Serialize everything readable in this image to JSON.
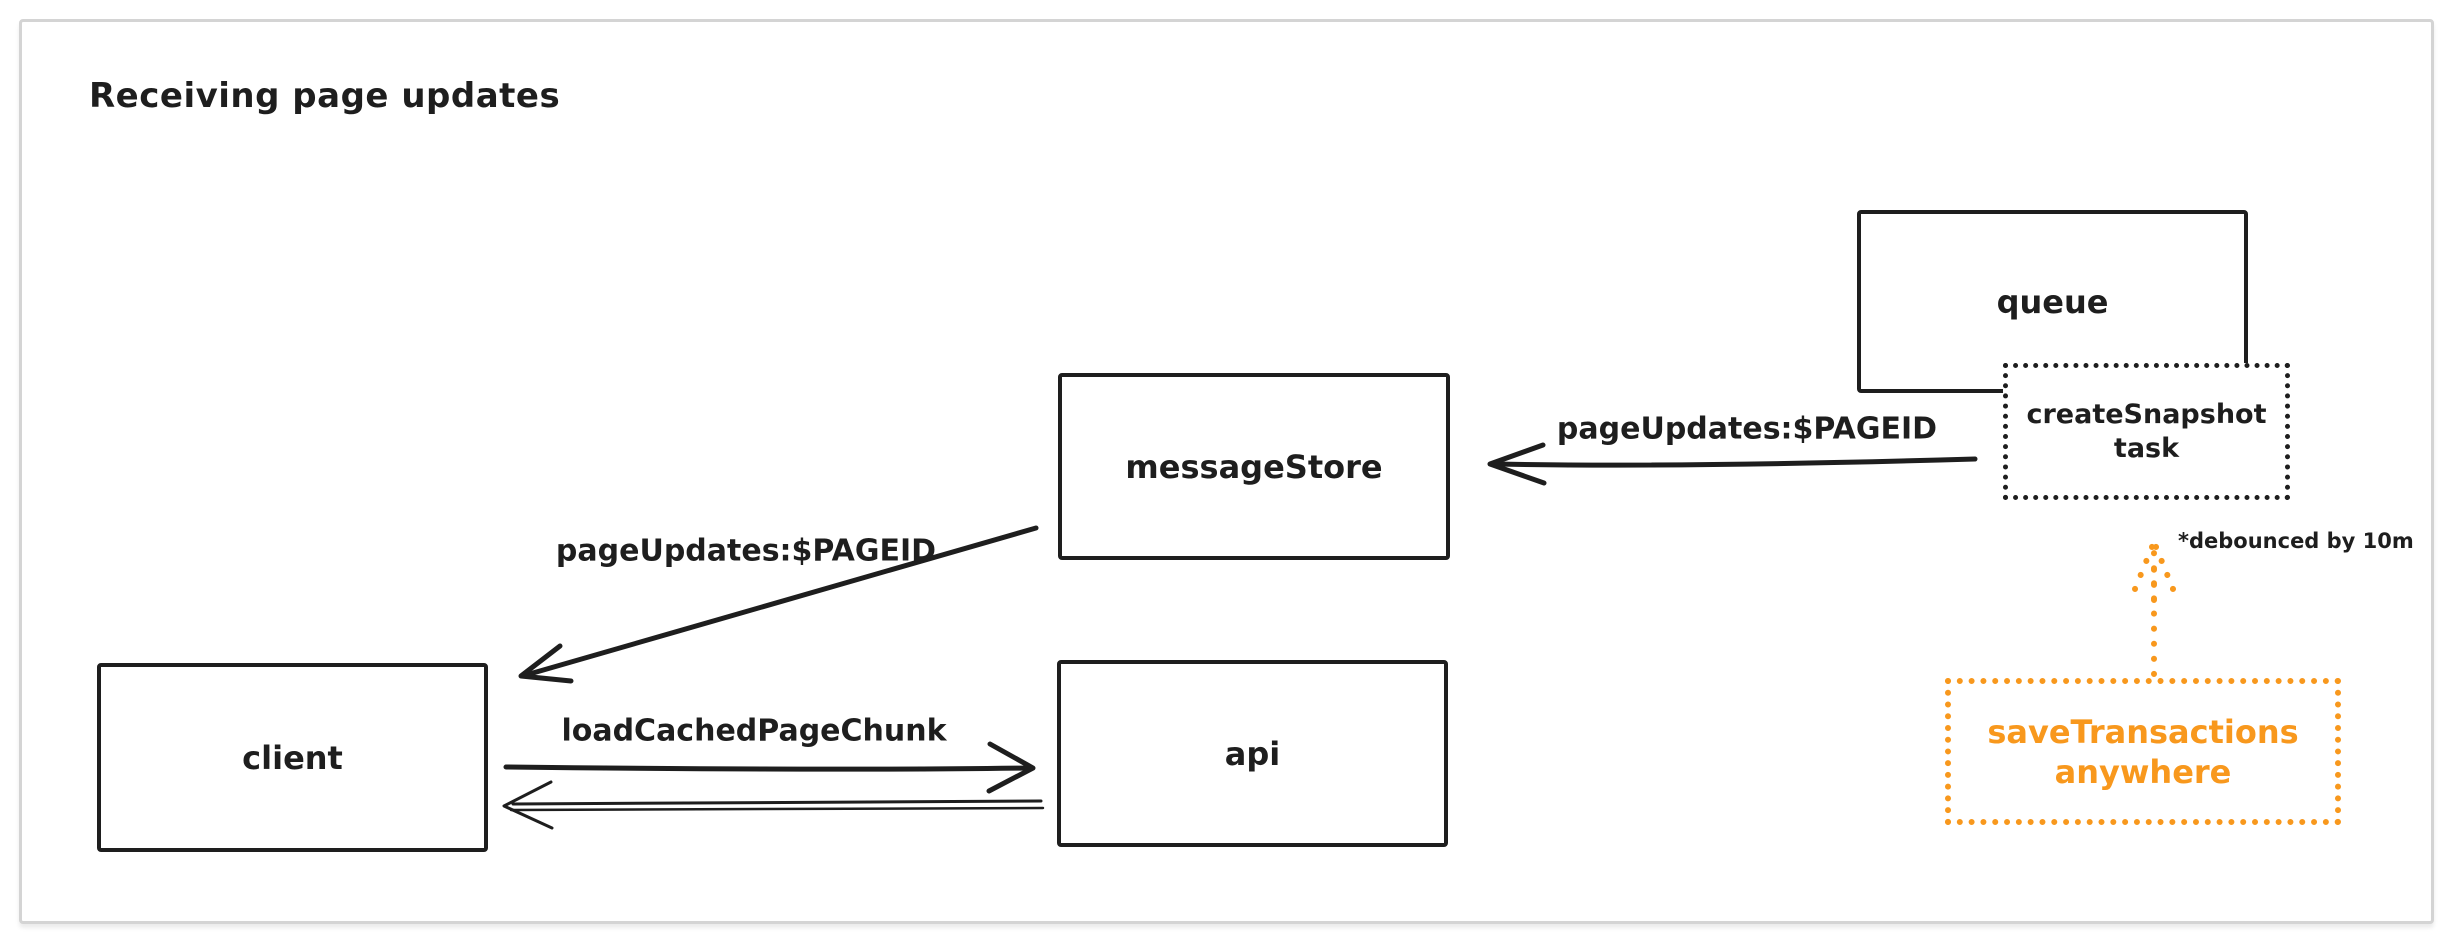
{
  "diagram": {
    "title": "Receiving page updates",
    "nodes": {
      "queue": {
        "label": "queue"
      },
      "create_snapshot": {
        "line1": "createSnapshot",
        "line2": "task"
      },
      "message_store": {
        "label": "messageStore"
      },
      "client": {
        "label": "client"
      },
      "api": {
        "label": "api"
      },
      "save_transactions": {
        "line1": "saveTransactions",
        "line2": "anywhere"
      }
    },
    "edges": {
      "queue_to_message_store": {
        "label": "pageUpdates:$PAGEID"
      },
      "message_store_to_client": {
        "label": "pageUpdates:$PAGEID"
      },
      "client_to_api": {
        "label": "loadCachedPageChunk"
      },
      "snapshot_note": "*debounced by 10m"
    },
    "colors": {
      "stroke": "#1e1e1e",
      "accent_orange": "#f8981d",
      "card_border": "#d4d4d4",
      "background": "#ffffff"
    }
  }
}
